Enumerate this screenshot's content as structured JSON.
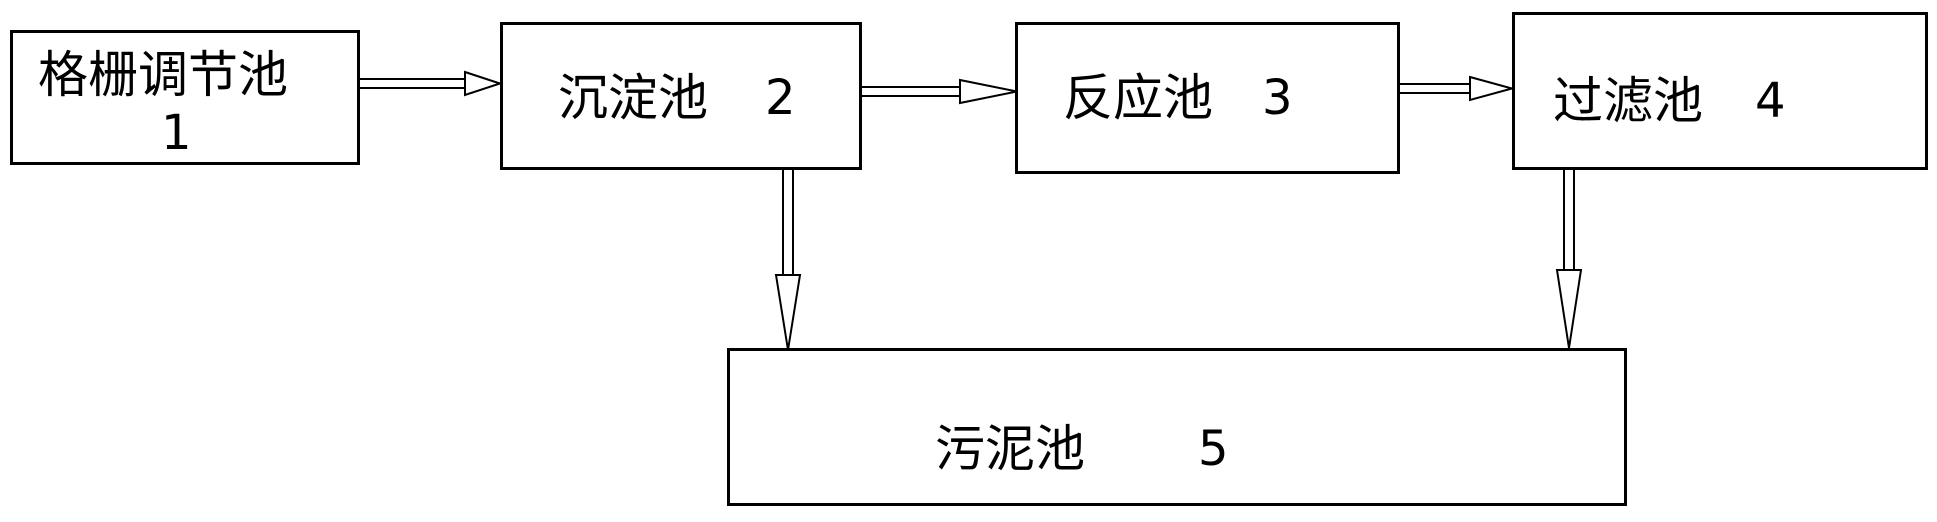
{
  "diagram": {
    "nodes": [
      {
        "id": "grille",
        "label": "格栅调节池",
        "number": "1"
      },
      {
        "id": "sediment",
        "label": "沉淀池",
        "number": "2"
      },
      {
        "id": "reaction",
        "label": "反应池",
        "number": "3"
      },
      {
        "id": "filter",
        "label": "过滤池",
        "number": "4"
      },
      {
        "id": "sludge",
        "label": "污泥池",
        "number": "5"
      }
    ],
    "edges": [
      {
        "from": "grille",
        "to": "sediment"
      },
      {
        "from": "sediment",
        "to": "reaction"
      },
      {
        "from": "reaction",
        "to": "filter"
      },
      {
        "from": "sediment",
        "to": "sludge"
      },
      {
        "from": "filter",
        "to": "sludge"
      }
    ],
    "colors": {
      "stroke": "#000000",
      "background": "#ffffff"
    }
  }
}
